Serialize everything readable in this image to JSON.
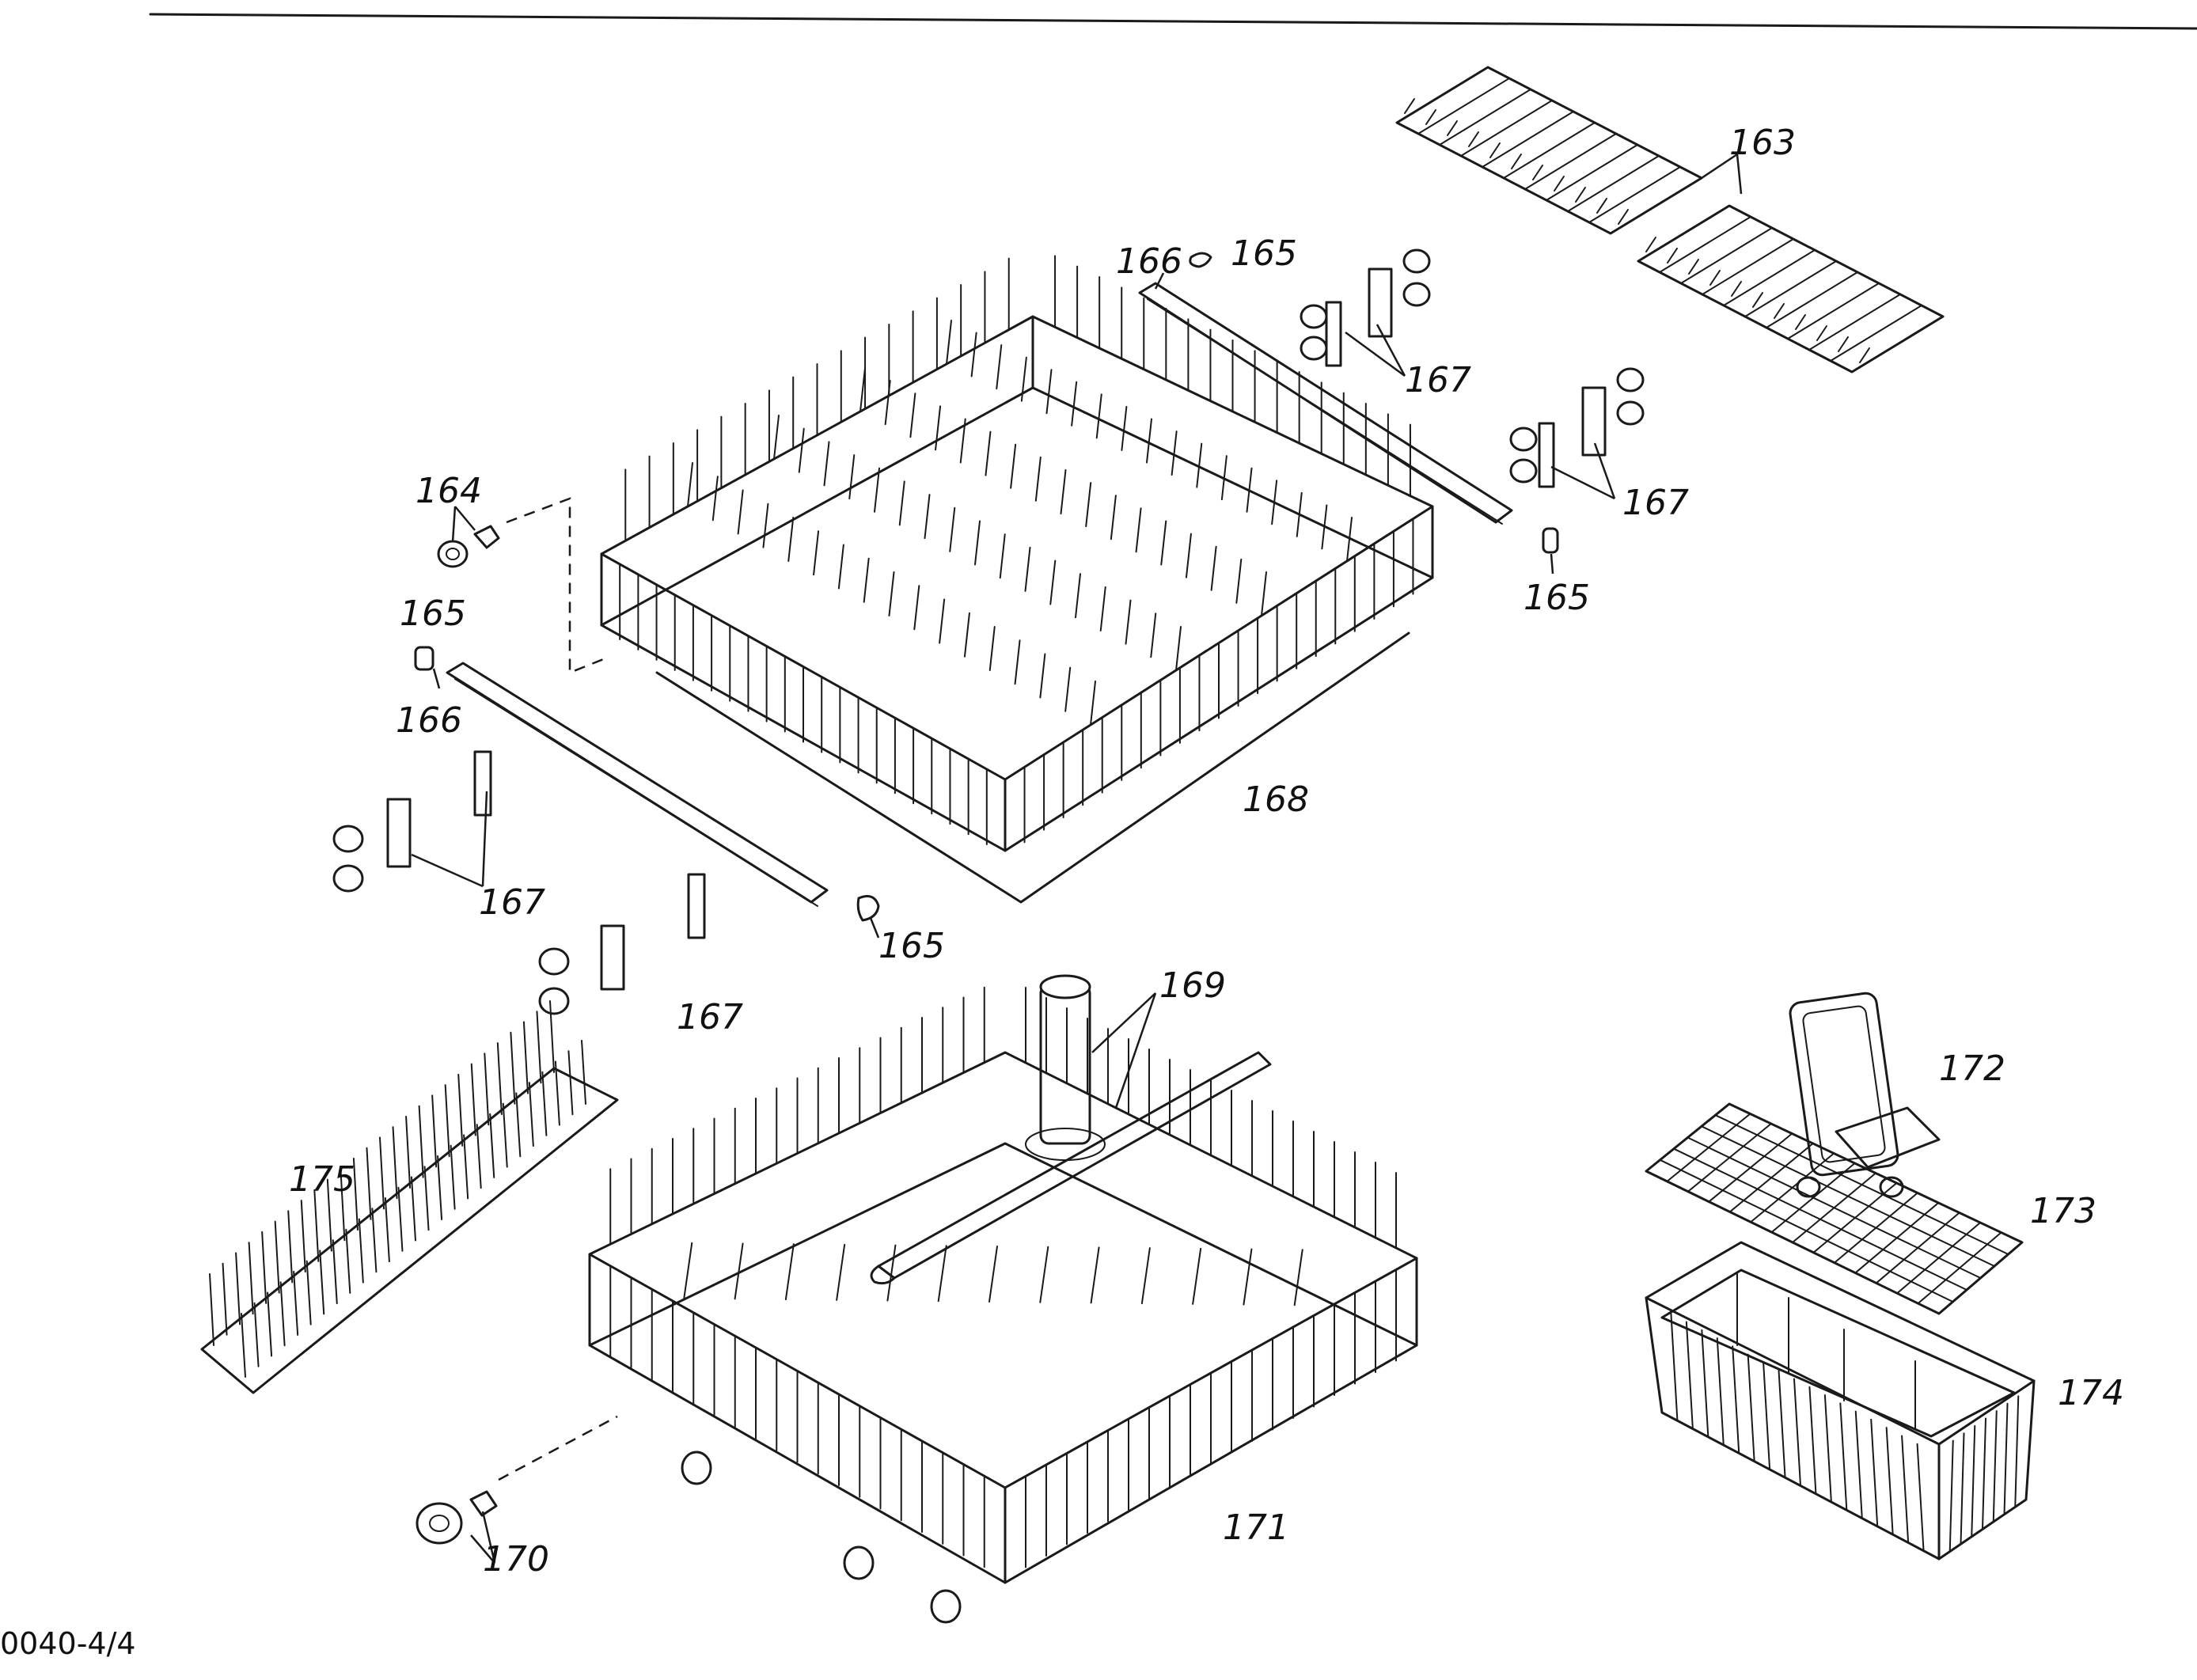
{
  "labels": {
    "p163": "163",
    "p164": "164",
    "p165": "165",
    "p166": "166",
    "p167": "167",
    "p168": "168",
    "p169": "169",
    "p170": "170",
    "p171": "171",
    "p172": "172",
    "p173": "173",
    "p174": "174",
    "p175": "175"
  },
  "footer": {
    "drawing_number": "0040-4/4"
  }
}
